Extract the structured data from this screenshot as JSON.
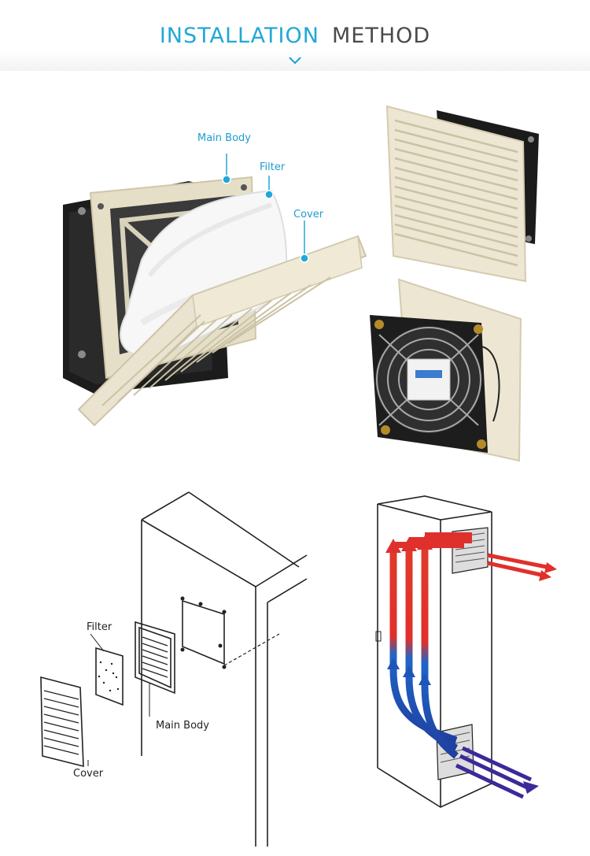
{
  "header": {
    "title_word_1": "INSTALLATION",
    "title_word_2": "METHOD"
  },
  "photo_callouts": {
    "main_body": "Main Body",
    "filter": "Filter",
    "cover": "Cover"
  },
  "diagram_labels": {
    "filter": "Filter",
    "main_body": "Main Body",
    "cover": "Cover"
  },
  "colors": {
    "accent": "#22a7d6",
    "hot_air": "#e0302b",
    "cool_air": "#1f66c8",
    "plastic": "#ece7d6"
  }
}
